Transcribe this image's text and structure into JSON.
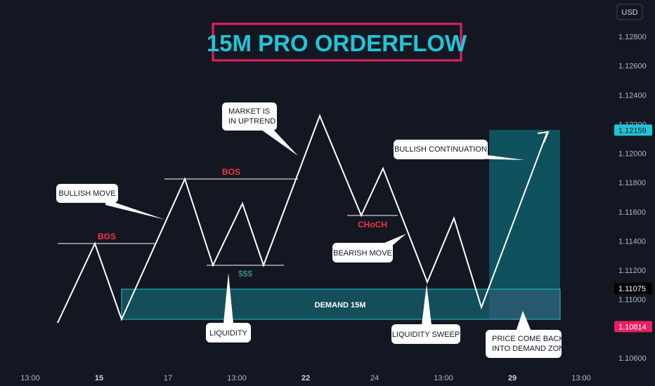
{
  "title": "15M PRO ORDERFLOW",
  "chart_data": {
    "type": "line",
    "currency": "USD",
    "price_axis_ticks": [
      "1.12800",
      "1.12600",
      "1.12400",
      "1.12200",
      "1.12000",
      "1.11800",
      "1.11600",
      "1.11400",
      "1.11200",
      "1.11000",
      "1.10600"
    ],
    "ylim": [
      1.1055,
      1.1295
    ],
    "time_axis_ticks": [
      {
        "label": "13:00",
        "bold": false
      },
      {
        "label": "15",
        "bold": true
      },
      {
        "label": "17",
        "bold": false
      },
      {
        "label": "13:00",
        "bold": false
      },
      {
        "label": "22",
        "bold": true
      },
      {
        "label": "24",
        "bold": false
      },
      {
        "label": "13:00",
        "bold": false
      },
      {
        "label": "29",
        "bold": true
      },
      {
        "label": "13:00",
        "bold": false
      }
    ],
    "price_tags": [
      {
        "value": "1.12159",
        "style": "highlight",
        "color": "#22c4d6"
      },
      {
        "value": "1.11075",
        "style": "plain",
        "color": "#000000"
      },
      {
        "value": "1.10814",
        "style": "highlight",
        "color": "#e91e63"
      }
    ],
    "zones": [
      {
        "name": "demand",
        "label": "DEMAND 15M",
        "from": 1.1085,
        "to": 1.1107,
        "color": "#0f5c66"
      },
      {
        "name": "long-target",
        "label": "",
        "from": 1.1107,
        "to": 1.1216,
        "color": "#0f5c66"
      },
      {
        "name": "long-stop",
        "label": "",
        "from": 1.1081,
        "to": 1.1107,
        "color": "#4a3a5e"
      }
    ],
    "annotations": {
      "bos_1": "BOS",
      "bos_2": "BOS",
      "choch": "CHoCH",
      "liquidity_marker": "$$$",
      "bullish_move": "BULLISH MOVE",
      "market_uptrend_line1": "MARKET IS",
      "market_uptrend_line2": "IN UPTREND",
      "liquidity": "LIQUIDITY",
      "bearish_move": "BEARISH MOVE",
      "liquidity_sweep": "LIQUIDITY SWEEP",
      "bullish_continuation": "BULLISH CONTINUATION",
      "price_come_back_line1": "PRICE COME BACK",
      "price_come_back_line2": "INTO DEMAND ZONE"
    },
    "colors": {
      "background": "#131722",
      "line": "#ffffff",
      "title_border": "#e91e63",
      "title_text": "#22c4d6",
      "bos_text": "#f23645"
    }
  }
}
